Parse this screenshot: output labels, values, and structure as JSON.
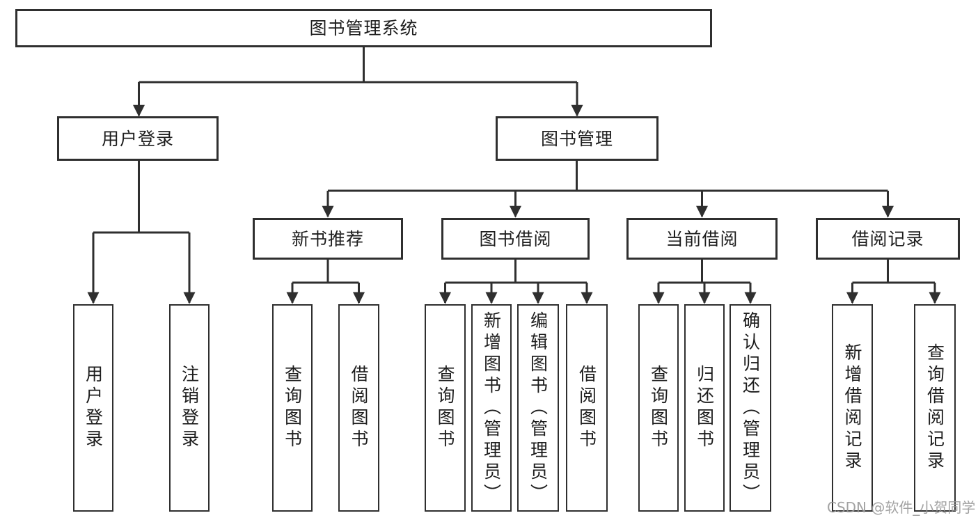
{
  "diagram": {
    "root": "图书管理系统",
    "level2": [
      "用户登录",
      "图书管理"
    ],
    "level3": [
      "新书推荐",
      "图书借阅",
      "当前借阅",
      "借阅记录"
    ],
    "leaves_user": [
      "用户登录",
      "注销登录"
    ],
    "leaves_newbook": [
      "查询图书",
      "借阅图书"
    ],
    "leaves_borrow": [
      "查询图书",
      "新增图书（管理员）",
      "编辑图书（管理员）",
      "借阅图书"
    ],
    "leaves_current": [
      "查询图书",
      "归还图书",
      "确认归还（管理员）"
    ],
    "leaves_records": [
      "新增借阅记录",
      "查询借阅记录"
    ]
  },
  "watermark": "CSDN @软件_小贺同学",
  "colors": {
    "line": "#2f2f2f",
    "text": "#1d1d1d",
    "watermark": "#989898",
    "background": "#ffffff"
  }
}
